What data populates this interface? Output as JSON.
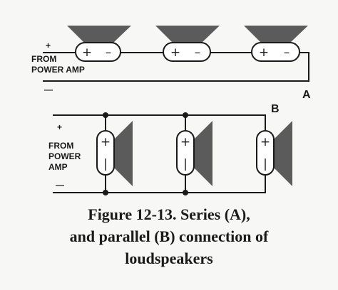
{
  "series": {
    "plus": "+",
    "source_label": [
      "FROM",
      "POWER AMP"
    ],
    "minus": "—",
    "tag": "A",
    "speaker_polarity": {
      "positive": "+",
      "negative": "–"
    }
  },
  "parallel": {
    "plus": "+",
    "source_label": [
      "FROM",
      "POWER",
      "AMP"
    ],
    "minus": "—",
    "tag": "B",
    "speaker_polarity": {
      "positive": "+",
      "negative": "|"
    }
  },
  "caption": {
    "lines": [
      "Figure 12-13.  Series (A),",
      "and parallel (B) connection of",
      "loudspeakers"
    ]
  },
  "colors": {
    "ink": "#1a1a1a",
    "speaker_cone": "#5b5b5b",
    "background": "#f7f7f5"
  }
}
